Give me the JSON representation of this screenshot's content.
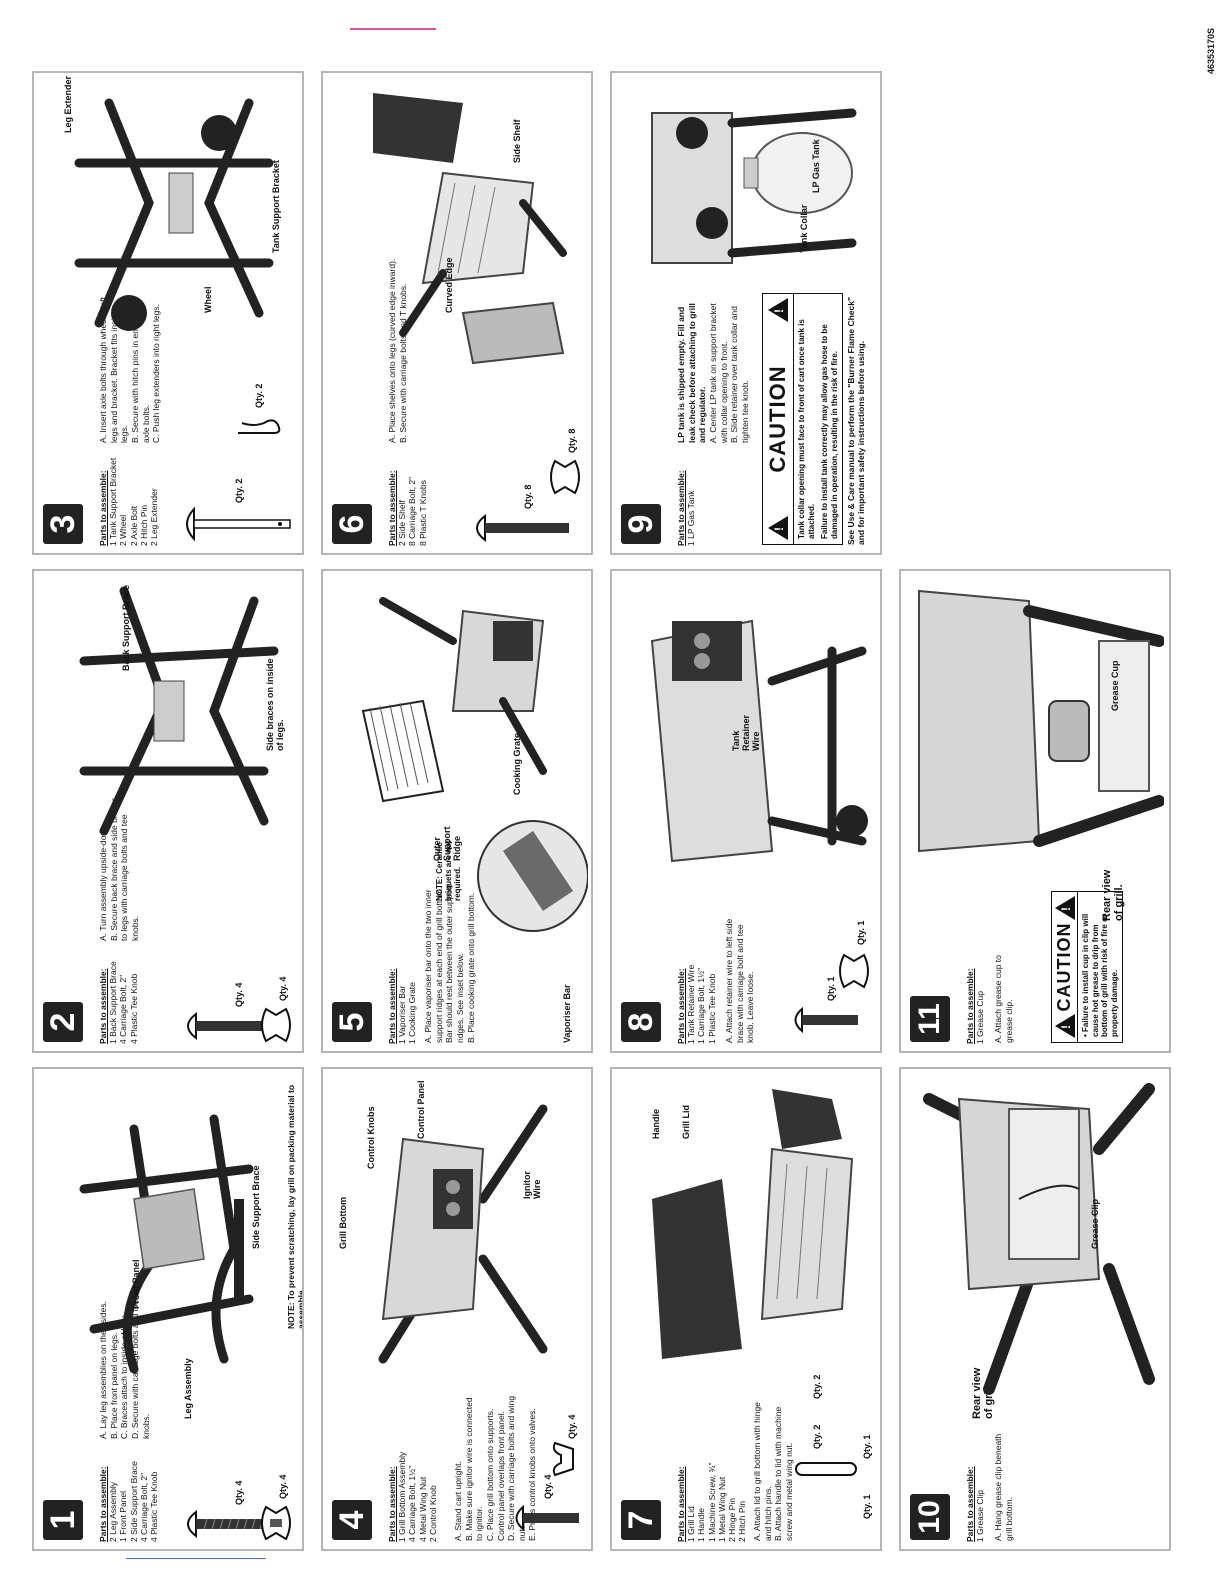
{
  "doc_code": "46353170S",
  "steps": {
    "s1": {
      "number": "1",
      "parts_title": "Parts to assemble:",
      "parts": [
        "2 Leg Assembly",
        "1 Front Panel",
        "2 Side Support Brace",
        "4 Carriage Bolt, 2\"",
        "4 Plastic Tee Knob"
      ],
      "instructions": [
        "A. Lay leg assemblies on their sides.",
        "B. Place front panel on legs.",
        "C. Braces attach to inside of legs.",
        "D. Secure with carriage bolts and tee knobs."
      ],
      "callouts": [
        "Leg Assembly",
        "Front Panel",
        "Side Support Brace"
      ],
      "note": "NOTE: To prevent scratching, lay grill on packing material to assemble.",
      "qty": [
        "Qty. 4",
        "Qty. 4"
      ]
    },
    "s2": {
      "number": "2",
      "parts_title": "Parts to assemble:",
      "parts": [
        "1 Back Support Brace",
        "4 Carriage Bolt, 2\"",
        "4 Plastic Tee Knob"
      ],
      "instructions": [
        "A. Turn assembly upside-down.",
        "B. Secure back brace and side braces to legs with carriage bolts and tee knobs."
      ],
      "callouts": [
        "Back Support Brace",
        "Side braces on inside of legs."
      ],
      "qty": [
        "Qty. 4",
        "Qty. 4"
      ]
    },
    "s3": {
      "number": "3",
      "parts_title": "Parts to assemble:",
      "parts": [
        "1 Tank Support Bracket",
        "2 Wheel",
        "2 Axle Bolt",
        "2 Hitch Pin",
        "2 Leg Extender"
      ],
      "instructions": [
        "A. Insert axle bolts through wheels, left legs and bracket. Bracket fits inside legs.",
        "B. Secure with hitch pins in ends of axle bolts.",
        "C. Push leg extenders into right legs."
      ],
      "callouts": [
        "Leg Extender",
        "Wheel",
        "Tank Support Bracket"
      ],
      "qty": [
        "Qty. 2",
        "Qty. 2"
      ]
    },
    "s4": {
      "number": "4",
      "parts_title": "Parts to assemble:",
      "parts": [
        "1 Grill Bottom Assembly",
        "4 Carriage Bolt, 1½\"",
        "4 Metal Wing Nut",
        "2 Control Knob"
      ],
      "instructions": [
        "A. Stand cart upright.",
        "B. Make sure ignitor wire is connected to ignitor.",
        "C. Place grill bottom onto supports. Control panel overlaps front panel.",
        "D. Secure with carriage bolts and wing nuts.",
        "E. Press control knobs onto valves."
      ],
      "callouts": [
        "Grill Bottom",
        "Control Knobs",
        "Control Panel",
        "Ignitor Wire"
      ],
      "qty": [
        "Qty. 4",
        "Qty. 4"
      ]
    },
    "s5": {
      "number": "5",
      "parts_title": "Parts to assemble:",
      "parts": [
        "1 Vaporiser Bar",
        "1 Cooking Grate"
      ],
      "instructions": [
        "A. Place vaporiser bar onto the two inner support ridges at each end of grill bottom. Bar should rest between the outer support ridges. See inset below.",
        "B. Place cooking grate onto grill bottom."
      ],
      "callouts": [
        "Cooking Grate",
        "Outer Support Ridge",
        "Vaporiser Bar"
      ],
      "note": "NOTE: Ceramic briquets are not required."
    },
    "s6": {
      "number": "6",
      "parts_title": "Parts to assemble:",
      "parts": [
        "2 Side Shelf",
        "8 Carriage Bolt, 2\"",
        "8 Plastic T Knobs"
      ],
      "instructions": [
        "A. Place shelves onto legs (curved edge inward).",
        "B. Secure with carriage bolts and T knobs."
      ],
      "callouts": [
        "Curved Edge",
        "Side Shelf"
      ],
      "qty": [
        "Qty. 8",
        "Qty. 8"
      ]
    },
    "s7": {
      "number": "7",
      "parts_title": "Parts to assemble:",
      "parts": [
        "1 Grill Lid",
        "1 Handle",
        "1 Machine Screw, ¾\"",
        "1 Metal Wing Nut",
        "2 Hinge Pin",
        "2 Hitch Pin"
      ],
      "instructions": [
        "A. Attach lid to grill bottom with hinge and hitch pins.",
        "B. Attach handle to lid with machine screw and metal wing nut."
      ],
      "callouts": [
        "Handle",
        "Grill Lid"
      ],
      "qty": [
        "Qty. 2",
        "Qty. 2",
        "Qty. 1",
        "Qty. 1"
      ]
    },
    "s8": {
      "number": "8",
      "parts_title": "Parts to assemble:",
      "parts": [
        "1 Tank Retainer Wire",
        "1 Carriage Bolt, 1½\"",
        "1 Plastic Tee Knob"
      ],
      "instructions": [
        "A. Attach retainer wire to left side brace with carriage bolt and tee knob. Leave loose."
      ],
      "callouts": [
        "Tank Retainer Wire"
      ],
      "qty": [
        "Qty. 1",
        "Qty. 1"
      ]
    },
    "s9": {
      "number": "9",
      "parts_title": "Parts to assemble:",
      "parts": [
        "1 LP Gas Tank"
      ],
      "intro": "LP tank is shipped empty. Fill and leak check before attaching to grill and regulator.",
      "instructions": [
        "A. Center LP tank on support bracket with collar opening to front.",
        "B. Slide retainer over tank collar and tighten tee knob."
      ],
      "callouts": [
        "Tank Collar",
        "LP Gas Tank"
      ],
      "caution_title": "CAUTION",
      "caution_lines": [
        "Tank collar opening must face to front of cart once tank is attached.",
        "Failure to install tank correctly may allow gas hose to be damaged in operation, resulting in the risk of fire."
      ],
      "see_manual": "See Use & Care manual to perform the \"Burner Flame Check\" and for important safety instructions before using."
    },
    "s10": {
      "number": "10",
      "parts_title": "Parts to assemble:",
      "parts": [
        "1 Grease Clip"
      ],
      "instructions": [
        "A. Hang grease clip beneath grill bottom."
      ],
      "callouts": [
        "Rear view of grill.",
        "Grease Clip"
      ]
    },
    "s11": {
      "number": "11",
      "parts_title": "Parts to assemble:",
      "parts": [
        "1 Grease Cup"
      ],
      "instructions": [
        "A. Attach grease cup to grease clip."
      ],
      "callouts": [
        "Rear view of grill.",
        "Grease Cup"
      ],
      "caution_title": "CAUTION",
      "caution_lines": [
        "• Failure to install cup in clip will cause hot grease to drip from bottom of grill with risk of fire or property damage."
      ]
    }
  }
}
